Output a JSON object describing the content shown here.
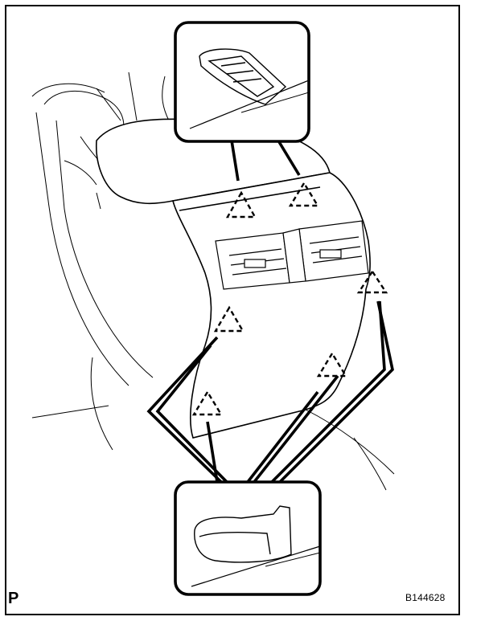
{
  "figure": {
    "corner_label": "P",
    "figure_id": "B144628",
    "clip_marker_count": 6,
    "callout_count": 2,
    "colors": {
      "line": "#000000",
      "background": "#ffffff"
    }
  }
}
